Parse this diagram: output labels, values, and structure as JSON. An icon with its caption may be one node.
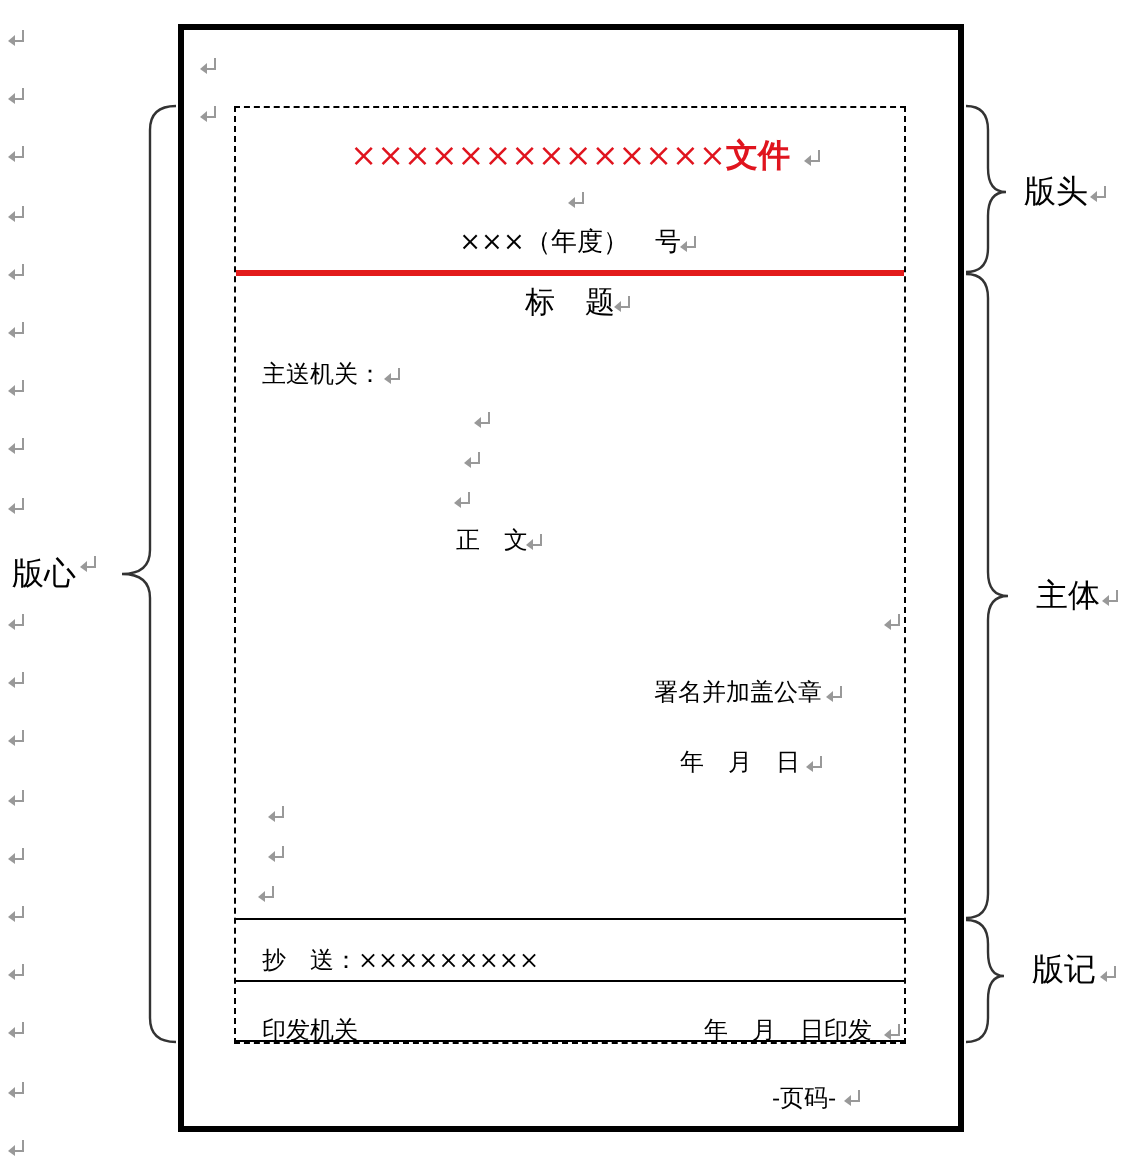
{
  "diagram": {
    "nodes": [
      {
        "text": [],
        "shape": "box"
      },
      {
        "text": [],
        "shape": "box",
        "in": 0
      },
      {
        "text": [
          "××××××××××××××**文件**",
          "×××（年度）　号"
        ],
        "in": 1
      },
      {
        "text": [
          "标　题",
          "主送机关：",
          "正　文",
          "署名并加盖公章",
          "年　月　日"
        ],
        "in": 1
      },
      {
        "text": [
          "抄　送：×××××××××"
        ],
        "in": 1
      },
      {
        "text": [
          "印发机关",
          "年　月　日印发"
        ],
        "in": 1
      }
    ],
    "edges": [],
    "labels": [
      "版头",
      "版心",
      "主体",
      "版记",
      "-页码-"
    ]
  }
}
